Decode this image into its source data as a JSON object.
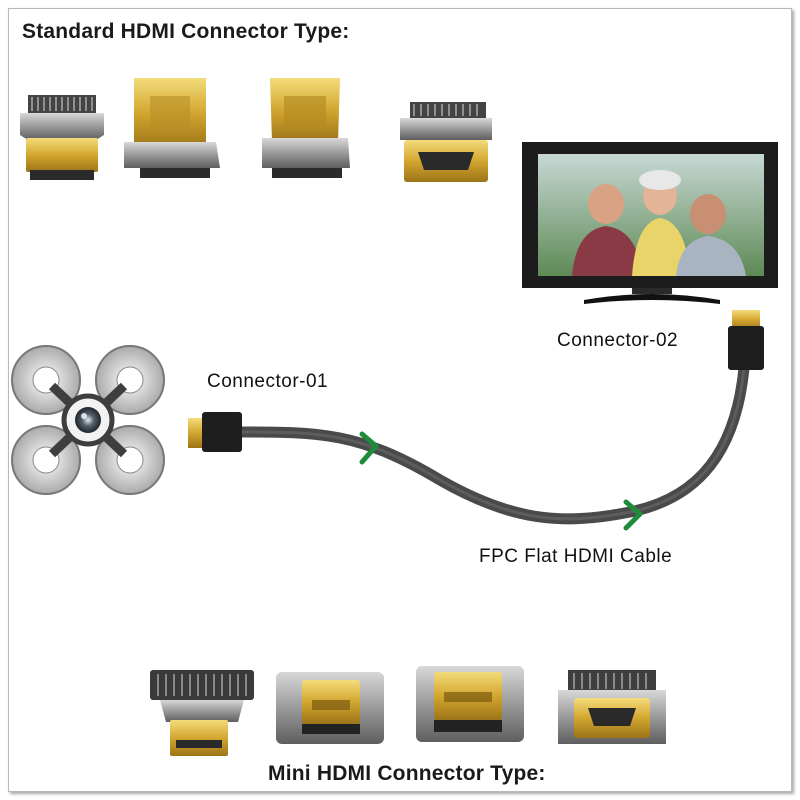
{
  "headings": {
    "standard": "Standard HDMI Connector Type:",
    "mini": "Mini HDMI Connector Type:"
  },
  "labels": {
    "connector_01": "Connector-01",
    "connector_02": "Connector-02",
    "cable": "FPC Flat HDMI Cable"
  },
  "colors": {
    "gold": "#d9b43a",
    "cable": "#4a4a4a",
    "arrow": "#1e8c3a",
    "tv_frame": "#1c1c1c",
    "metal": "#8e8e8e"
  },
  "icons": {
    "drone": "quadcopter-drone",
    "monitor": "tv-monitor"
  }
}
